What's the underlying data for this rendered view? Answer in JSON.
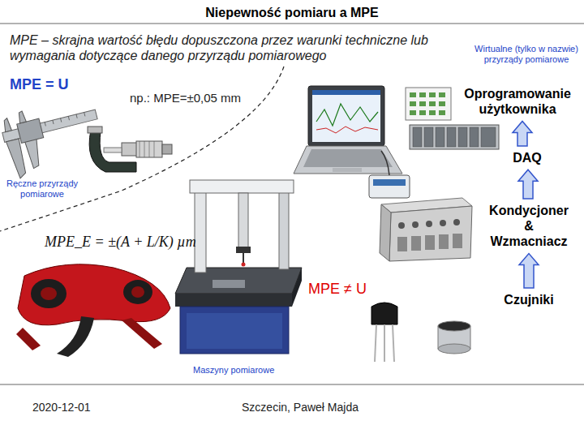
{
  "diagram": {
    "title": "Niepewność pomiaru a MPE",
    "nodes": [
      {
        "text": [
          "Oprogramowanie użytkownika"
        ]
      },
      {
        "text": [
          "DAQ"
        ]
      },
      {
        "text": [
          "Kondycjoner & Wzmacniacz"
        ]
      },
      {
        "text": [
          "Czujniki"
        ]
      }
    ],
    "edges": [
      {
        "from": 3,
        "to": 2,
        "arrow": "to"
      },
      {
        "from": 2,
        "to": 1,
        "arrow": "to"
      },
      {
        "from": 1,
        "to": 0,
        "arrow": "to"
      }
    ],
    "labels": [
      "MPE – skrajna wartość błędu dopuszczona przez warunki techniczne lub wymagania dotyczące danego przyrządu pomiarowego",
      "MPE = U",
      "np.: MPE=±0,05 mm",
      "Wirtualne (tylko w nazwie) przyrządy pomiarowe",
      "Ręczne przyrządy pomiarowe",
      "MPE_E = ±(A + L/K) µm",
      "MPE ≠ U",
      "Maszyny pomiarowe",
      "2020-12-01",
      "Szczecin, Paweł Majda"
    ]
  }
}
